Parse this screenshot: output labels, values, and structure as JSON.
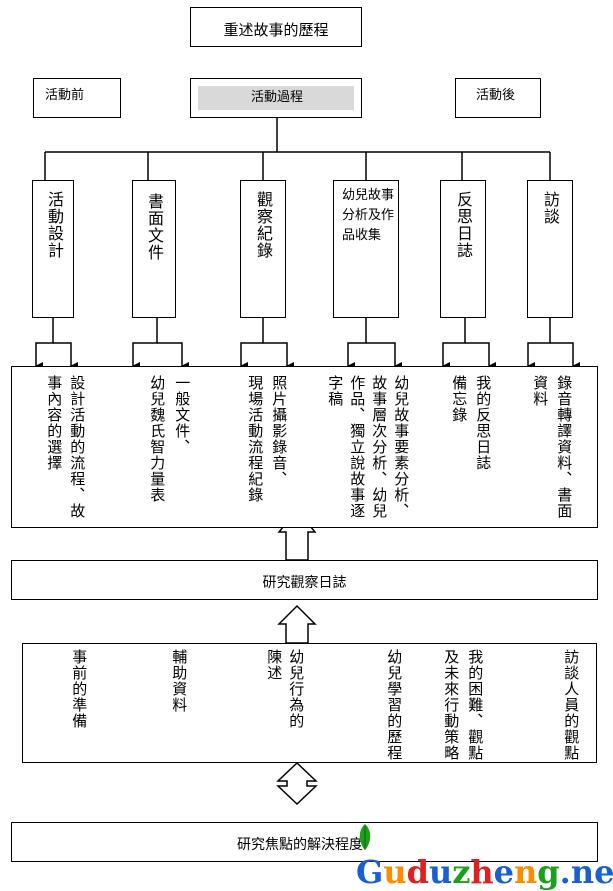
{
  "title": "重述故事的歷程",
  "phases": {
    "before": "活動前",
    "during": "活動過程",
    "after": "活動後"
  },
  "categories": [
    {
      "id": "activity-design",
      "label": "活動設計"
    },
    {
      "id": "written-docs",
      "label": "書面文件"
    },
    {
      "id": "observation-records",
      "label": "觀察紀錄"
    },
    {
      "id": "story-analysis",
      "label": "幼兒故事分析及作品收集"
    },
    {
      "id": "reflection-log",
      "label": "反思日誌"
    },
    {
      "id": "interviews",
      "label": "訪談"
    }
  ],
  "details": [
    {
      "col1": "設計活動的流程、故",
      "col2": "事內容的選擇"
    },
    {
      "col1": "一般文件、",
      "col2": "幼兒魏氏智力量表"
    },
    {
      "col1": "照片攝影錄音、",
      "col2": "現場活動流程紀錄"
    },
    {
      "col1": "幼兒故事要素分析、",
      "col2": "故事層次分析、幼兒",
      "col3": "作品、獨立說故事逐",
      "col4": "字稿"
    },
    {
      "col1": "我的反思日誌",
      "col2": "備忘錄"
    },
    {
      "col1": "錄音轉譯資料、書面",
      "col2": "資料"
    }
  ],
  "journal": "研究觀察日誌",
  "outcomes": [
    "訪談人員的觀點",
    "我的困難、觀點",
    "及未來行動策略",
    "幼兒學習的歷程",
    "幼兒行為的",
    "陳述",
    "輔助資料",
    "事前的準備"
  ],
  "result": "研究焦點的解決程度",
  "watermark": {
    "text": "Guduzheng.net",
    "colors": {
      "G": "#1a5fd0",
      "u": "#ff8c00",
      "d": "#e02020",
      "u2": "#1a5fd0",
      "z": "#1aa01a",
      "h": "#e02020",
      "e": "#1a5fd0",
      "n": "#ff8c00",
      "g": "#1aa01a",
      ".net": "#1a5fd0"
    }
  }
}
